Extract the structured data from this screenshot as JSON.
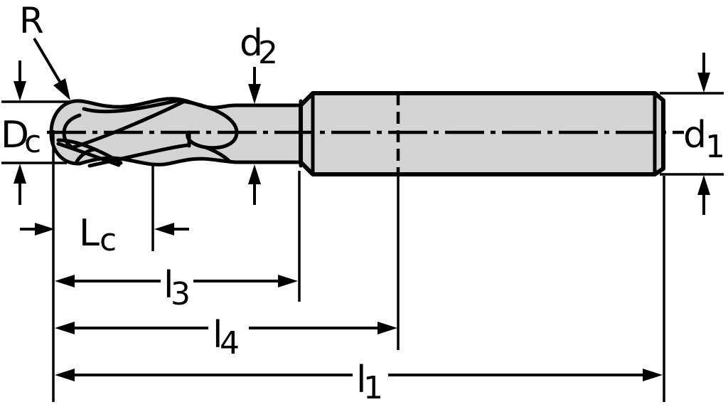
{
  "figure": {
    "labels": {
      "radius": {
        "base": "R"
      },
      "cutting_diameter": {
        "base": "D",
        "sub": "c"
      },
      "neck_diameter": {
        "base": "d",
        "sub": "2"
      },
      "shank_diameter": {
        "base": "d",
        "sub": "1"
      },
      "flute_length": {
        "base": "L",
        "sub": "c"
      },
      "length_l3": {
        "base": "l",
        "sub": "3"
      },
      "length_l4": {
        "base": "l",
        "sub": "4"
      },
      "overall_length": {
        "base": "l",
        "sub": "1"
      }
    },
    "colors": {
      "background": "#ffffff",
      "line": "#000000",
      "body_fill": "#d4d4d4"
    }
  }
}
